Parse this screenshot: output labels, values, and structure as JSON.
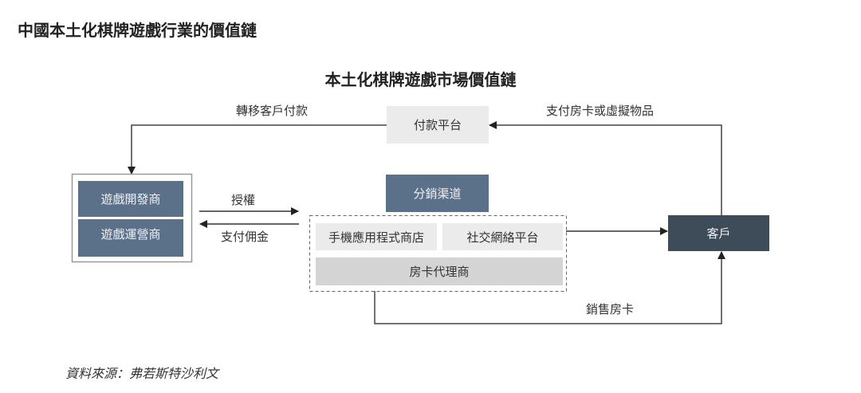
{
  "title": "中國本土化棋牌遊戲行業的價值鏈",
  "subtitle": "本土化棋牌遊戲市場價值鏈",
  "nodes": {
    "payment_platform": "付款平台",
    "developer": "遊戲開發商",
    "operator": "遊戲運營商",
    "distribution": "分銷渠道",
    "app_store": "手機應用程式商店",
    "social_platform": "社交網絡平台",
    "card_agent": "房卡代理商",
    "customer": "客戶"
  },
  "edges": {
    "transfer_payment": "轉移客戶付款",
    "pay_cards": "支付房卡或虛擬物品",
    "license": "授權",
    "commission": "支付佣金",
    "sell_cards": "銷售房卡"
  },
  "source": "資料來源：弗若斯特沙利文"
}
